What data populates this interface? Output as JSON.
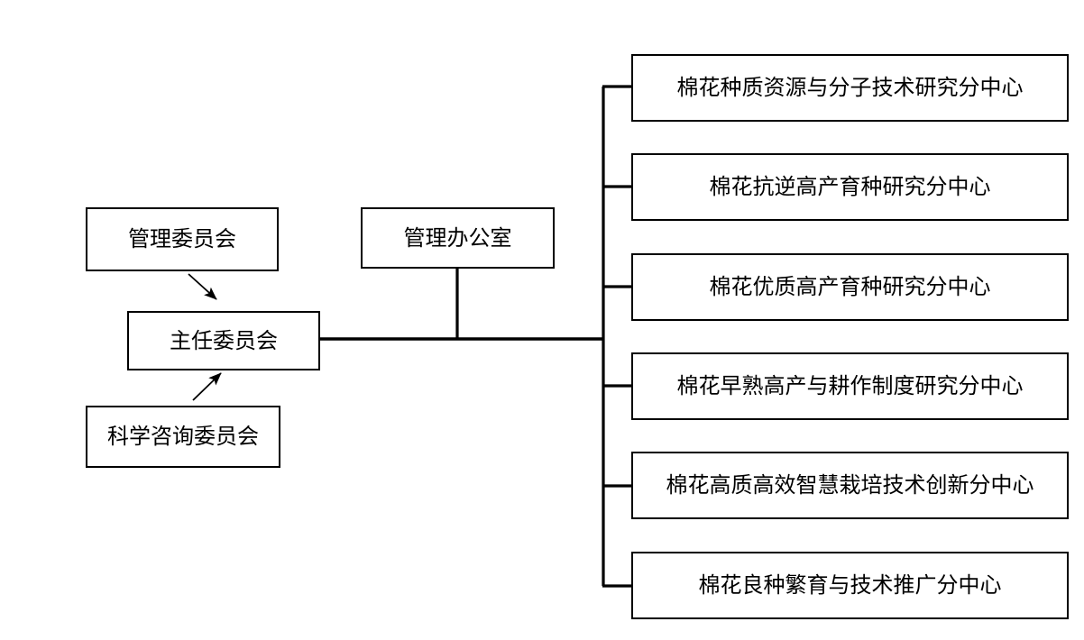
{
  "diagram": {
    "type": "organization-chart",
    "language": "zh-CN",
    "background_color": "#ffffff",
    "line_color": "#000000",
    "text_color": "#000000"
  },
  "governance": {
    "management_committee": "管理委员会",
    "director_committee": "主任委员会",
    "advisory_committee": "科学咨询委员会"
  },
  "office": {
    "management_office": "管理办公室"
  },
  "sub_centers": [
    {
      "label": "棉花种质资源与分子技术研究分中心"
    },
    {
      "label": "棉花抗逆高产育种研究分中心"
    },
    {
      "label": "棉花优质高产育种研究分中心"
    },
    {
      "label": "棉花早熟高产与耕作制度研究分中心"
    },
    {
      "label": "棉花高质高效智慧栽培技术创新分中心"
    },
    {
      "label": "棉花良种繁育与技术推广分中心"
    }
  ]
}
